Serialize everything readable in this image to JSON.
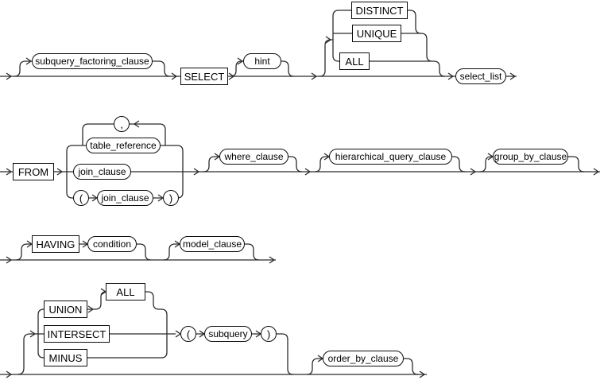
{
  "diagram": {
    "kind": "railroad-syntax-diagram",
    "subject": "SQL SELECT statement syntax",
    "colors": {
      "background": "#ffffff",
      "line": "#2b2b2b",
      "shape_border": "#0d0d0d",
      "shape_fill": "#ffffff",
      "text": "#000000"
    }
  },
  "rows": [
    {
      "name": "select-line",
      "elements": [
        {
          "type": "nonterminal",
          "label": "subquery_factoring_clause",
          "optional": true
        },
        {
          "type": "keyword",
          "label": "SELECT"
        },
        {
          "type": "nonterminal",
          "label": "hint",
          "optional": true
        },
        {
          "type": "keyword",
          "label": "DISTINCT",
          "group": "optional-alternatives"
        },
        {
          "type": "keyword",
          "label": "UNIQUE",
          "group": "optional-alternatives"
        },
        {
          "type": "keyword",
          "label": "ALL",
          "group": "optional-alternatives"
        },
        {
          "type": "nonterminal",
          "label": "select_list"
        }
      ]
    },
    {
      "name": "from-line",
      "elements": [
        {
          "type": "keyword",
          "label": "FROM"
        },
        {
          "type": "punctuation",
          "label": ",",
          "role": "loop-separator"
        },
        {
          "type": "nonterminal",
          "label": "table_reference",
          "group": "alternatives",
          "repeatable": true
        },
        {
          "type": "nonterminal",
          "label": "join_clause",
          "group": "alternatives"
        },
        {
          "type": "punctuation",
          "label": "("
        },
        {
          "type": "nonterminal",
          "label": "join_clause",
          "group": "alternatives"
        },
        {
          "type": "punctuation",
          "label": ")"
        },
        {
          "type": "nonterminal",
          "label": "where_clause",
          "optional": true
        },
        {
          "type": "nonterminal",
          "label": "hierarchical_query_clause",
          "optional": true
        },
        {
          "type": "nonterminal",
          "label": "group_by_clause",
          "optional": true
        }
      ]
    },
    {
      "name": "having-line",
      "elements": [
        {
          "type": "keyword",
          "label": "HAVING",
          "optional": true
        },
        {
          "type": "nonterminal",
          "label": "condition",
          "optional": true
        },
        {
          "type": "nonterminal",
          "label": "model_clause",
          "optional": true
        }
      ]
    },
    {
      "name": "set-operators-line",
      "elements": [
        {
          "type": "keyword",
          "label": "UNION",
          "group": "alternatives"
        },
        {
          "type": "keyword",
          "label": "ALL",
          "optional": true
        },
        {
          "type": "keyword",
          "label": "INTERSECT",
          "group": "alternatives"
        },
        {
          "type": "keyword",
          "label": "MINUS",
          "group": "alternatives"
        },
        {
          "type": "punctuation",
          "label": "("
        },
        {
          "type": "nonterminal",
          "label": "subquery"
        },
        {
          "type": "punctuation",
          "label": ")"
        },
        {
          "type": "nonterminal",
          "label": "order_by_clause",
          "optional": true
        }
      ]
    }
  ]
}
